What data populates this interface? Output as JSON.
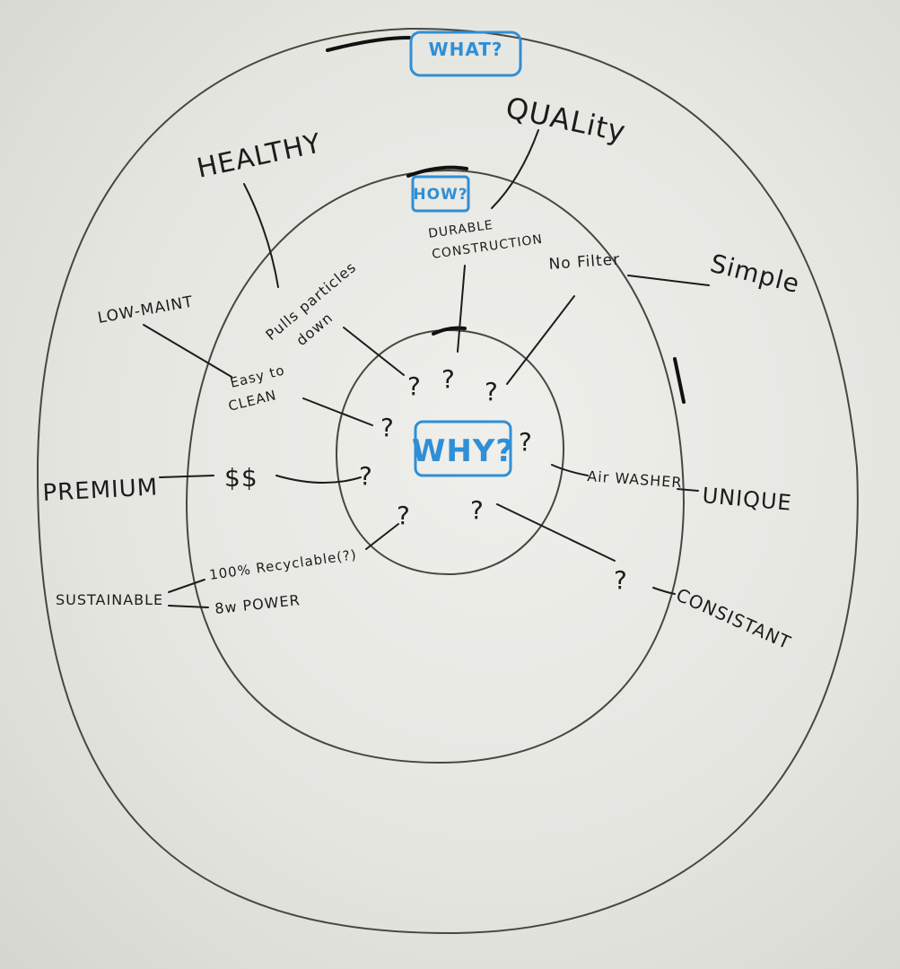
{
  "colors": {
    "ink": "#1c1c1c",
    "marker_blue": "#2f8fd6",
    "ring": "#4a463f"
  },
  "rings": {
    "outer_label": "WHAT?",
    "middle_label": "HOW?",
    "inner_label": "WHY?"
  },
  "what": {
    "healthy": "HEALTHY",
    "quality": "QUALity",
    "low_maint": "LOW-MAINT",
    "simple": "Simple",
    "premium": "PREMIUM",
    "unique": "UNIQUE",
    "sustainable": "SUSTAINABLE",
    "consistant": "CONSISTANT"
  },
  "how": {
    "durable_1": "DURABLE",
    "durable_2": "CONSTRUCTION",
    "no_filter": "No Filter",
    "pulls_1": "Pulls particles",
    "pulls_2": "down",
    "easy_1": "Easy to",
    "easy_2": "CLEAN",
    "money": "$$",
    "air_washer": "Air WASHER",
    "recyclable": "100% Recyclable(?)",
    "power": "8w POWER"
  },
  "why_marks": {
    "question": "?"
  }
}
